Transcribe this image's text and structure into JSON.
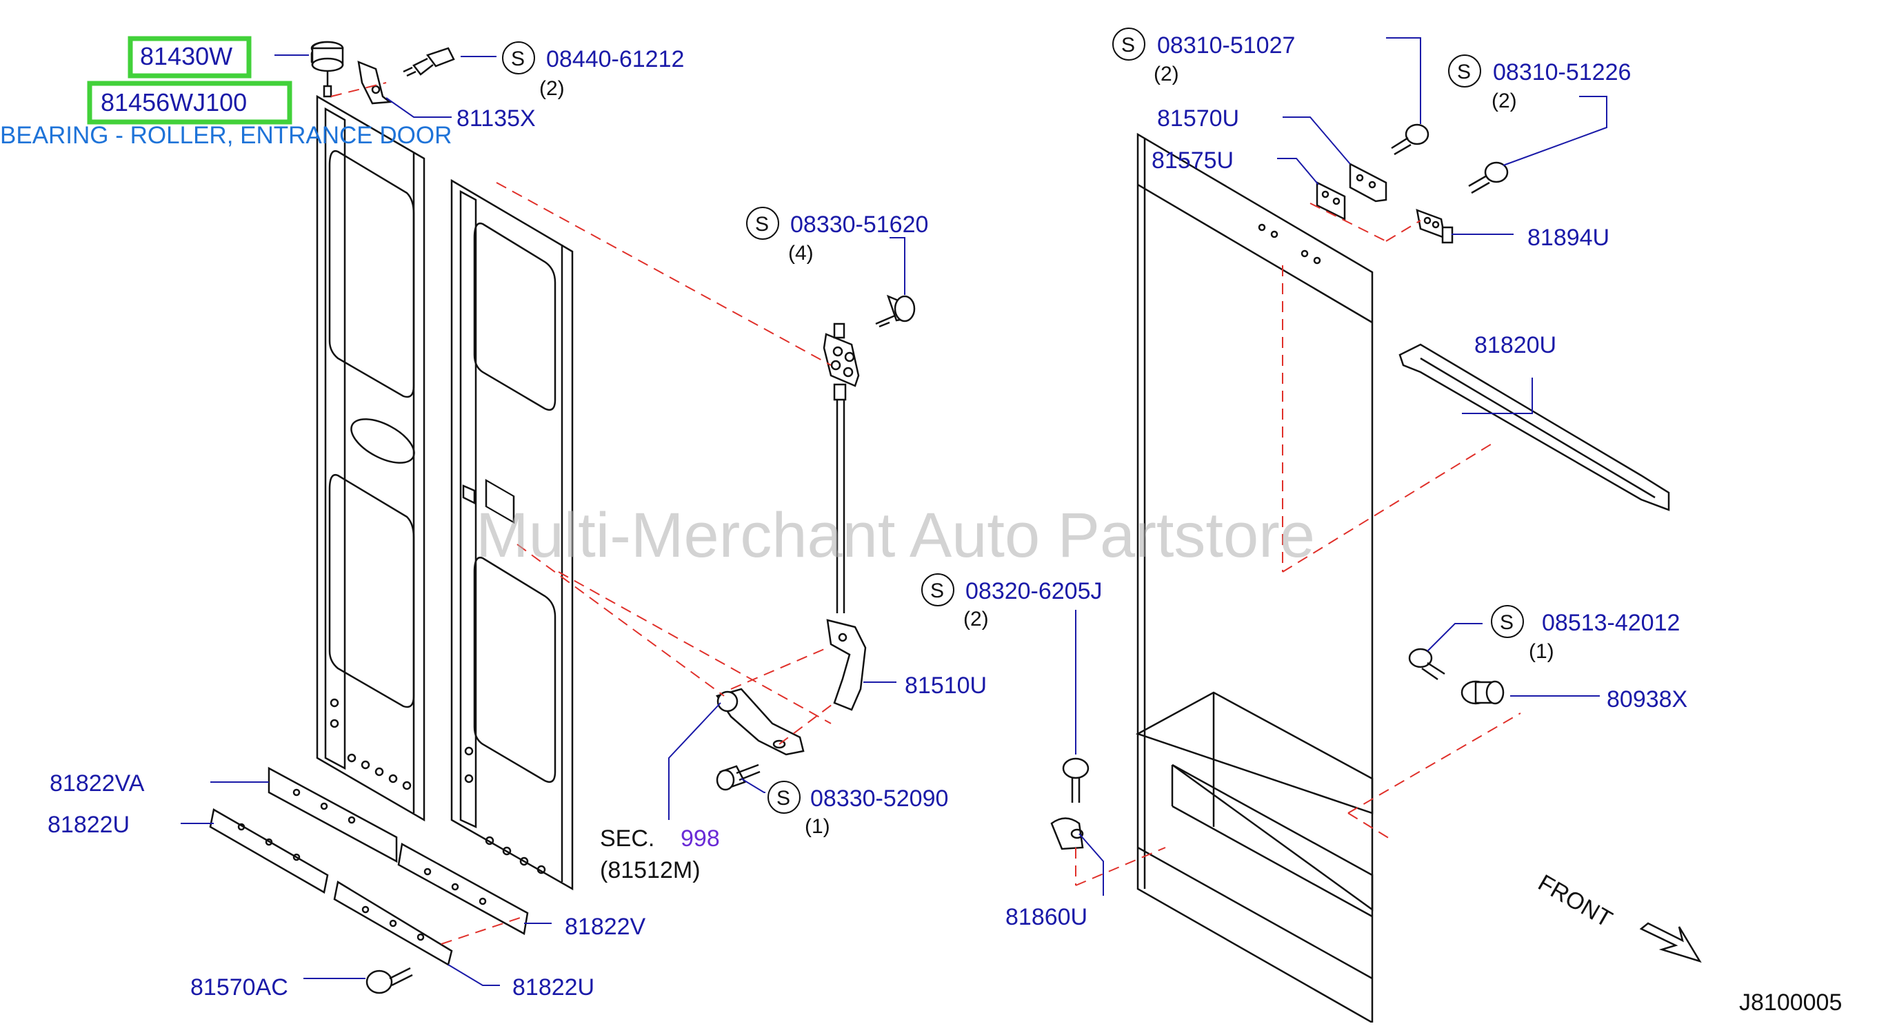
{
  "watermark": "Multi-Merchant Auto Partstore",
  "diagram_code": "J8100005",
  "front_label": "FRONT",
  "screw_symbol": "S",
  "highlighted": [
    {
      "number": "81430W"
    },
    {
      "number": "81456WJ100"
    }
  ],
  "selected_description": "BEARING - ROLLER, ENTRANCE DOOR",
  "section_ref": {
    "prefix": "SEC.",
    "number": "998",
    "sub": "(81512M)"
  },
  "parts": [
    {
      "number": "08440-61212",
      "qty": "(2)"
    },
    {
      "number": "81135X"
    },
    {
      "number": "08330-51620",
      "qty": "(4)"
    },
    {
      "number": "08310-51027",
      "qty": "(2)"
    },
    {
      "number": "08310-51226",
      "qty": "(2)"
    },
    {
      "number": "81570U"
    },
    {
      "number": "81575U"
    },
    {
      "number": "81894U"
    },
    {
      "number": "81820U"
    },
    {
      "number": "08320-6205J",
      "qty": "(2)"
    },
    {
      "number": "08513-42012",
      "qty": "(1)"
    },
    {
      "number": "80938X"
    },
    {
      "number": "81510U"
    },
    {
      "number": "08330-52090",
      "qty": "(1)"
    },
    {
      "number": "81822VA"
    },
    {
      "number": "81822U"
    },
    {
      "number": "81822V"
    },
    {
      "number": "81822U"
    },
    {
      "number": "81570AC"
    },
    {
      "number": "81860U"
    }
  ]
}
